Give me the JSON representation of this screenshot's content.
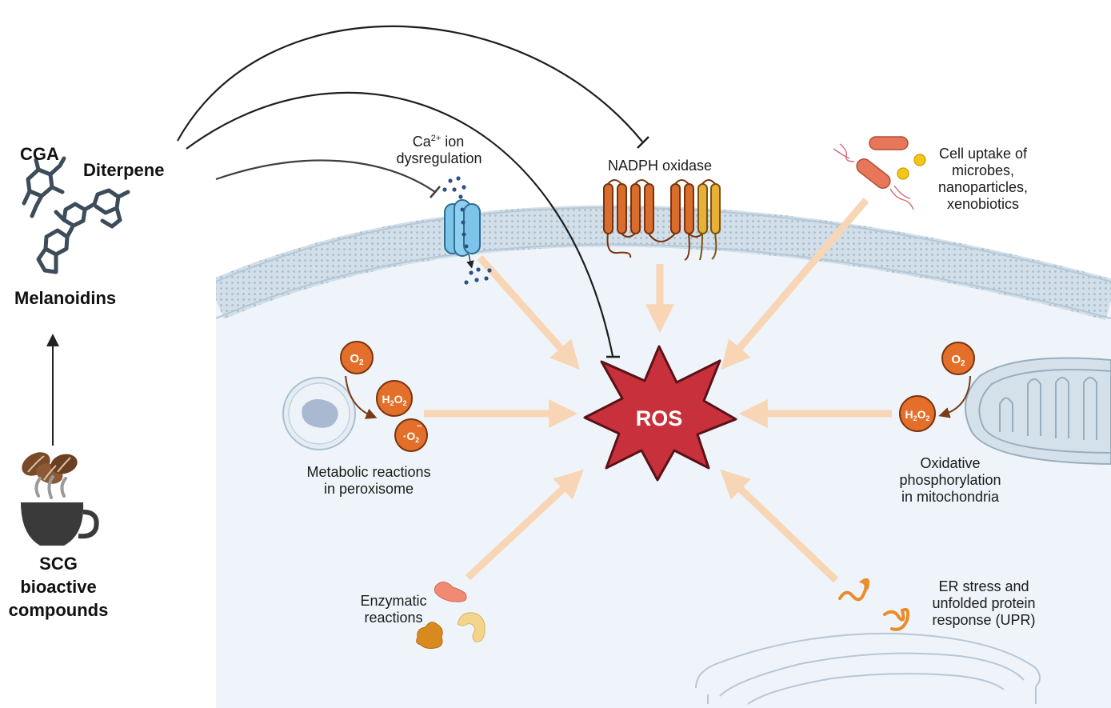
{
  "colors": {
    "cell_fill": "#eef4f9",
    "membrane": "#c6d6e2",
    "membrane_dot": "#9ab2c6",
    "arrow_peach": "#f8d5b4",
    "ros_red": "#c8313b",
    "molecule_orange": "#e46f2a",
    "ink_dark": "#1a1a1a"
  },
  "compounds": {
    "cga": "CGA",
    "diterpene": "Diterpene",
    "melanoidins": "Melanoidins",
    "scg_line1": "SCG",
    "scg_line2": "bioactive",
    "scg_line3": "compounds"
  },
  "ros": {
    "label": "ROS"
  },
  "sources": {
    "ca_line1_prefix": "Ca",
    "ca_superscript": "2+",
    "ca_line1_suffix": " ion",
    "ca_line2": "dysregulation",
    "nadph": "NADPH oxidase",
    "uptake_line1": "Cell uptake of",
    "uptake_line2": "microbes,",
    "uptake_line3": "nanoparticles,",
    "uptake_line4": "xenobiotics",
    "perox_line1": "Metabolic reactions",
    "perox_line2": "in peroxisome",
    "oxphos_line1": "Oxidative",
    "oxphos_line2": "phosphorylation",
    "oxphos_line3": "in mitochondria",
    "enz_line1": "Enzymatic",
    "enz_line2": "reactions",
    "er_line1": "ER stress and",
    "er_line2": "unfolded protein",
    "er_line3": "response (UPR)"
  },
  "molecules": {
    "o2": "O",
    "o2_sub": "2",
    "h2o2_h": "H",
    "h2o2_sub1": "2",
    "h2o2_o": "O",
    "h2o2_sub2": "2",
    "superoxide_dot": "·",
    "superoxide_o": "O",
    "superoxide_sub": "2",
    "superoxide_charge": "−"
  },
  "icons": [
    "coffee-cup-icon",
    "coffee-bean-icon",
    "ion-channel-icon",
    "nadph-oxidase-icon",
    "bacterium-icon",
    "nanoparticle-icon",
    "peroxisome-icon",
    "mitochondrion-icon",
    "enzyme-icon",
    "endoplasmic-reticulum-icon",
    "misfolded-protein-icon",
    "ros-burst-icon"
  ]
}
